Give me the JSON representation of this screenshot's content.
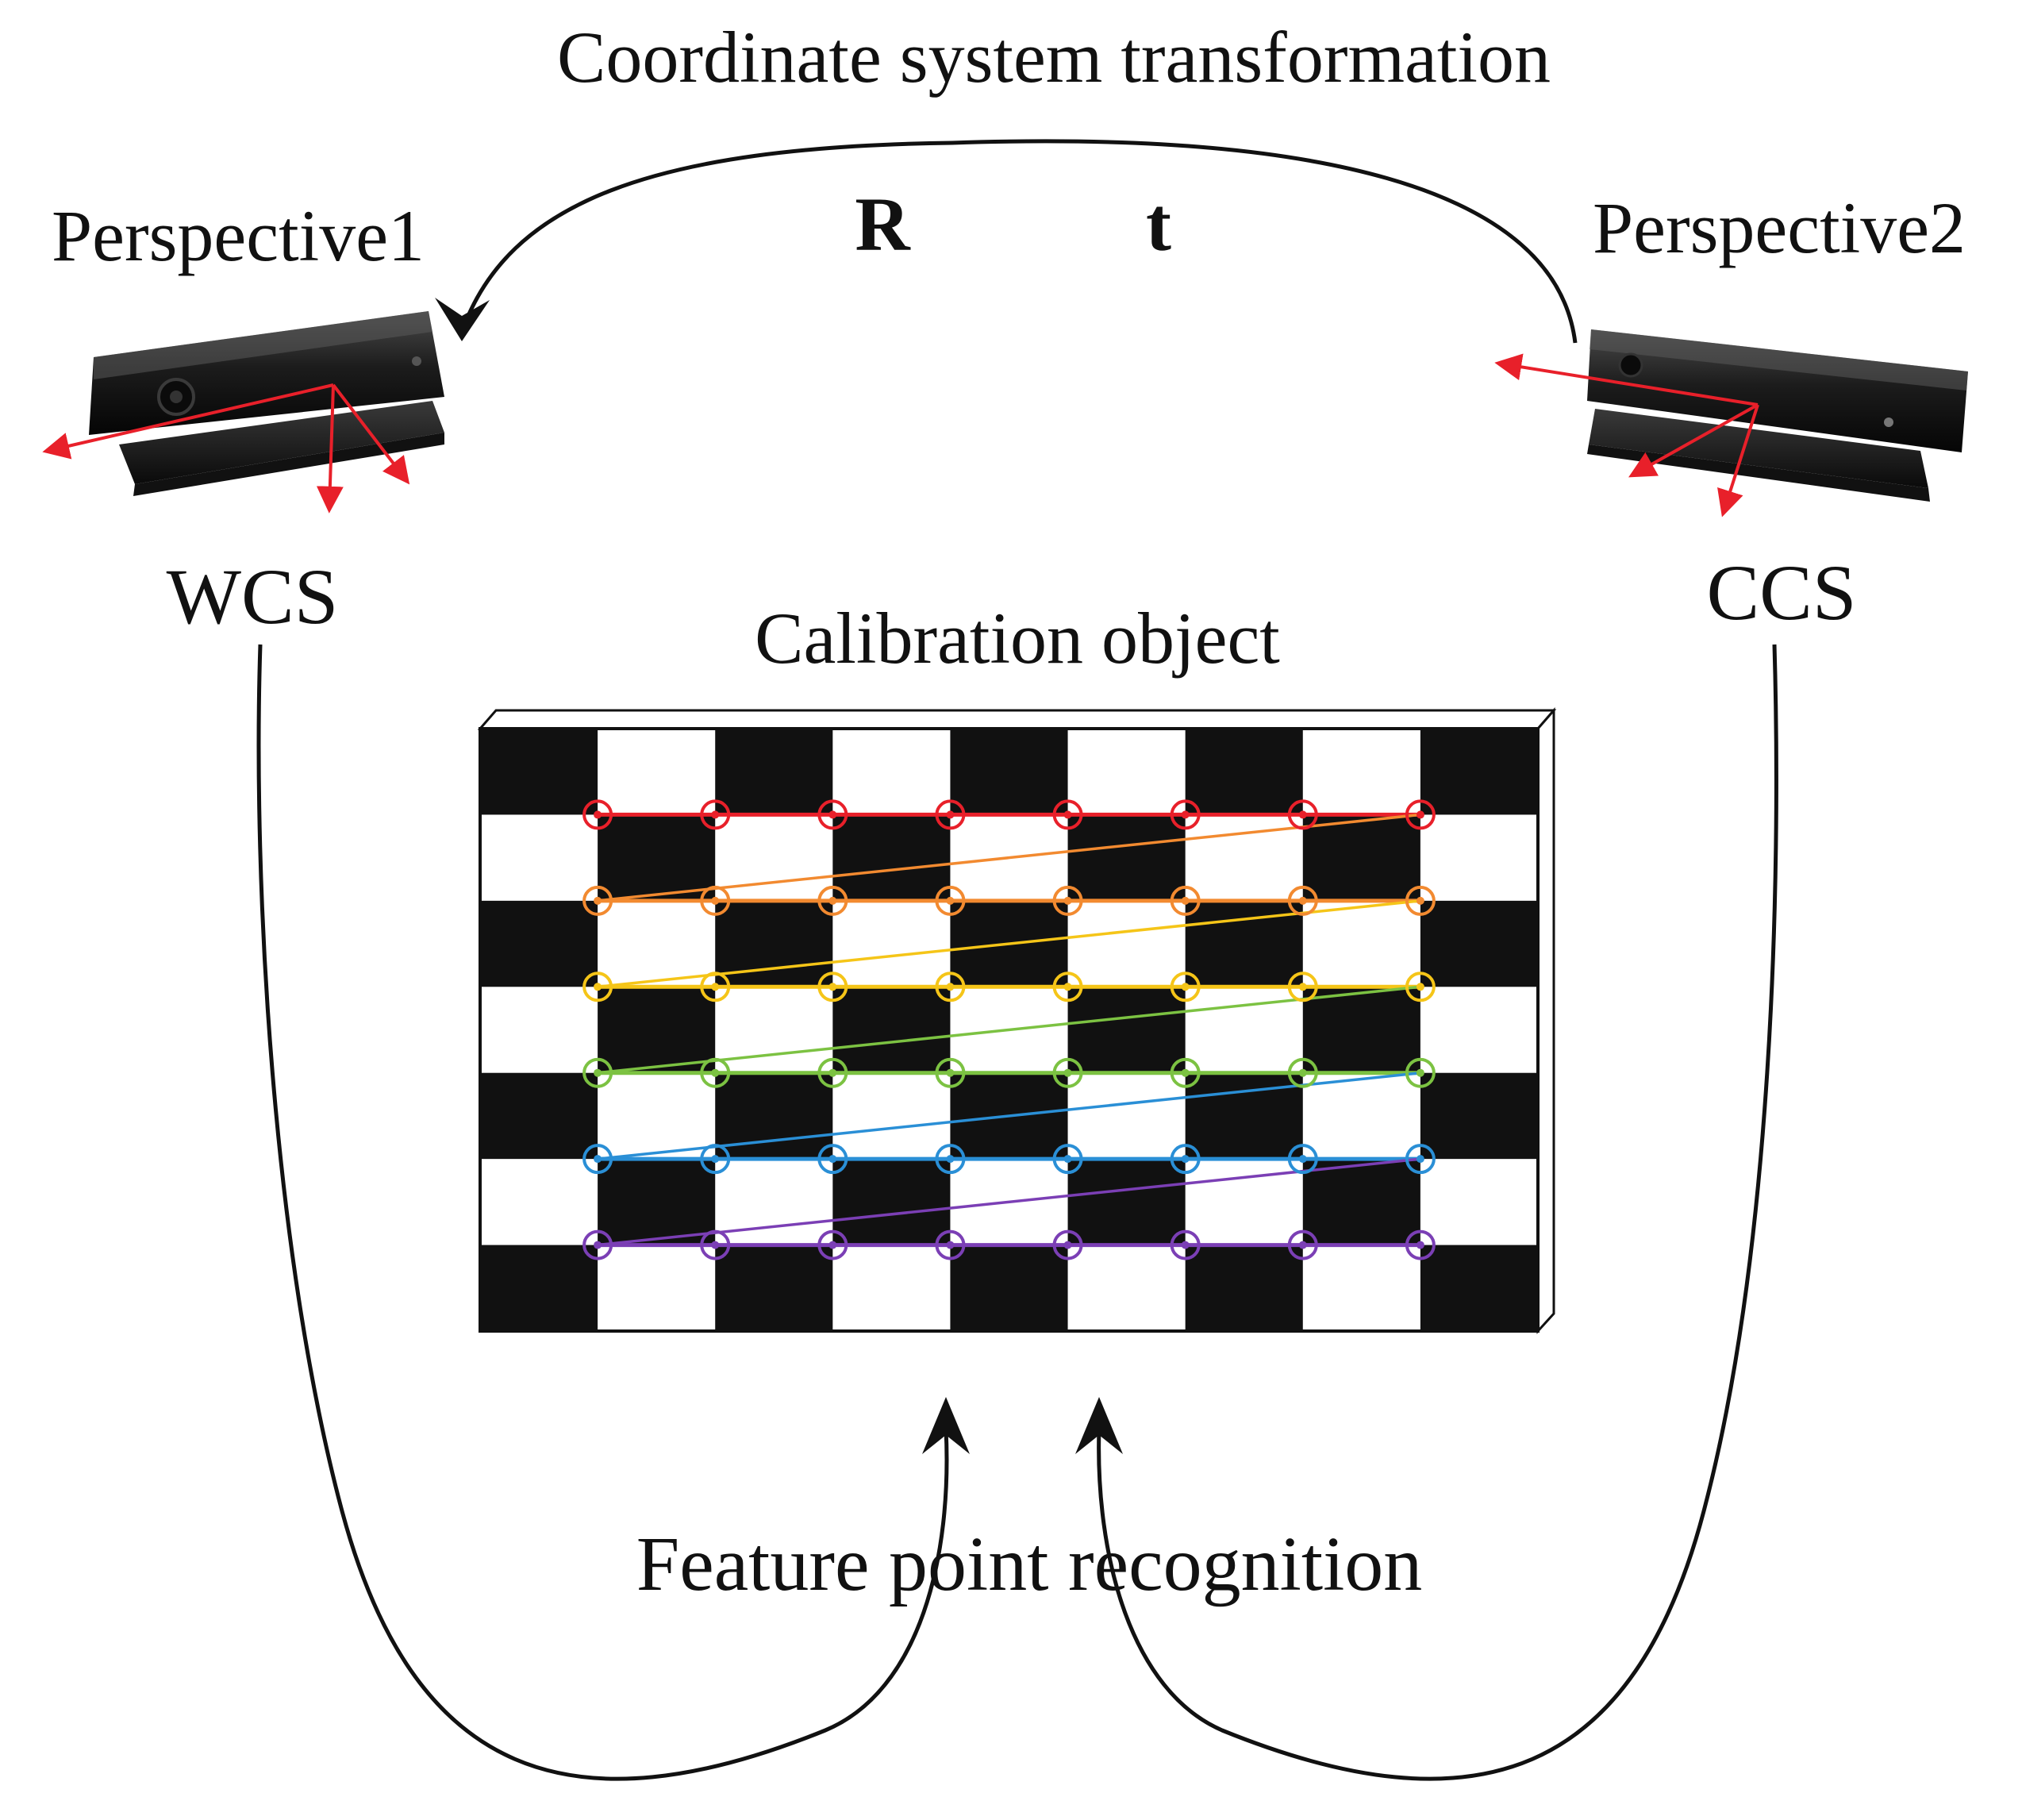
{
  "title": "Coordinate system transformation",
  "rotation_symbol": "R",
  "translation_symbol": "t",
  "left_camera": {
    "perspective_label": "Perspective1",
    "frame_label": "WCS"
  },
  "right_camera": {
    "perspective_label": "Perspective2",
    "frame_label": "CCS"
  },
  "board_label": "Calibration object",
  "bottom_label": "Feature point recognition",
  "checkerboard": {
    "columns": 9,
    "rows": 7
  },
  "feature_grid": {
    "rows": 6,
    "points_per_row": 8
  },
  "row_colors": [
    "#e8202a",
    "#f28a30",
    "#f5c518",
    "#7cc242",
    "#2a8fd6",
    "#7b3fb5"
  ],
  "axis_color": "#e8202a"
}
